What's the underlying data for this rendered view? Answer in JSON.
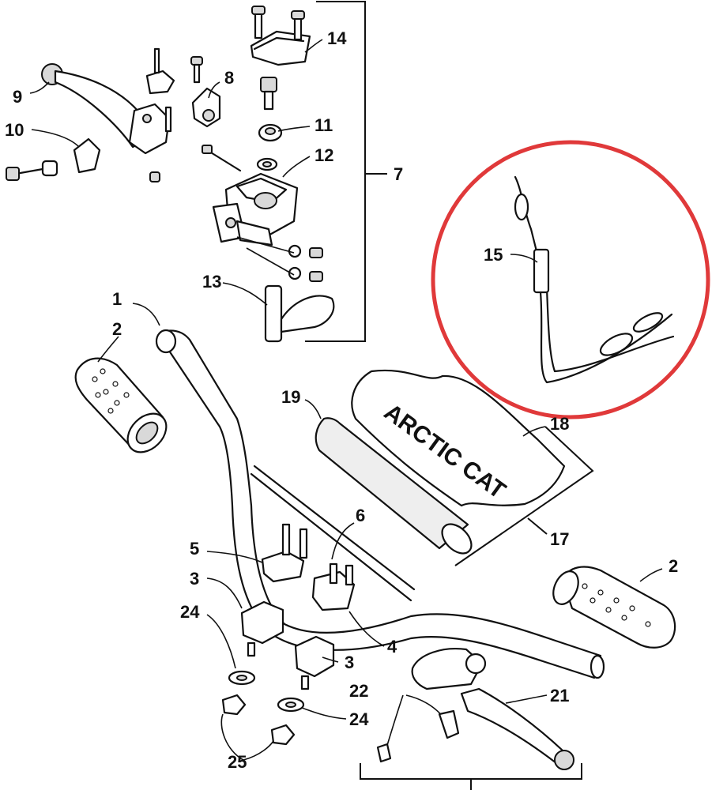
{
  "diagram": {
    "pad_text": "ARCTIC CAT",
    "callouts": [
      {
        "id": "1",
        "label": "1"
      },
      {
        "id": "2a",
        "label": "2"
      },
      {
        "id": "2b",
        "label": "2"
      },
      {
        "id": "3a",
        "label": "3"
      },
      {
        "id": "3b",
        "label": "3"
      },
      {
        "id": "4",
        "label": "4"
      },
      {
        "id": "5",
        "label": "5"
      },
      {
        "id": "6",
        "label": "6"
      },
      {
        "id": "7",
        "label": "7"
      },
      {
        "id": "8",
        "label": "8"
      },
      {
        "id": "9",
        "label": "9"
      },
      {
        "id": "10",
        "label": "10"
      },
      {
        "id": "11",
        "label": "11"
      },
      {
        "id": "12",
        "label": "12"
      },
      {
        "id": "13",
        "label": "13"
      },
      {
        "id": "14",
        "label": "14"
      },
      {
        "id": "15",
        "label": "15"
      },
      {
        "id": "17",
        "label": "17"
      },
      {
        "id": "18",
        "label": "18"
      },
      {
        "id": "19",
        "label": "19"
      },
      {
        "id": "21",
        "label": "21"
      },
      {
        "id": "22",
        "label": "22"
      },
      {
        "id": "24a",
        "label": "24"
      },
      {
        "id": "24b",
        "label": "24"
      },
      {
        "id": "25",
        "label": "25"
      }
    ],
    "highlight_color": "#e0393a"
  }
}
